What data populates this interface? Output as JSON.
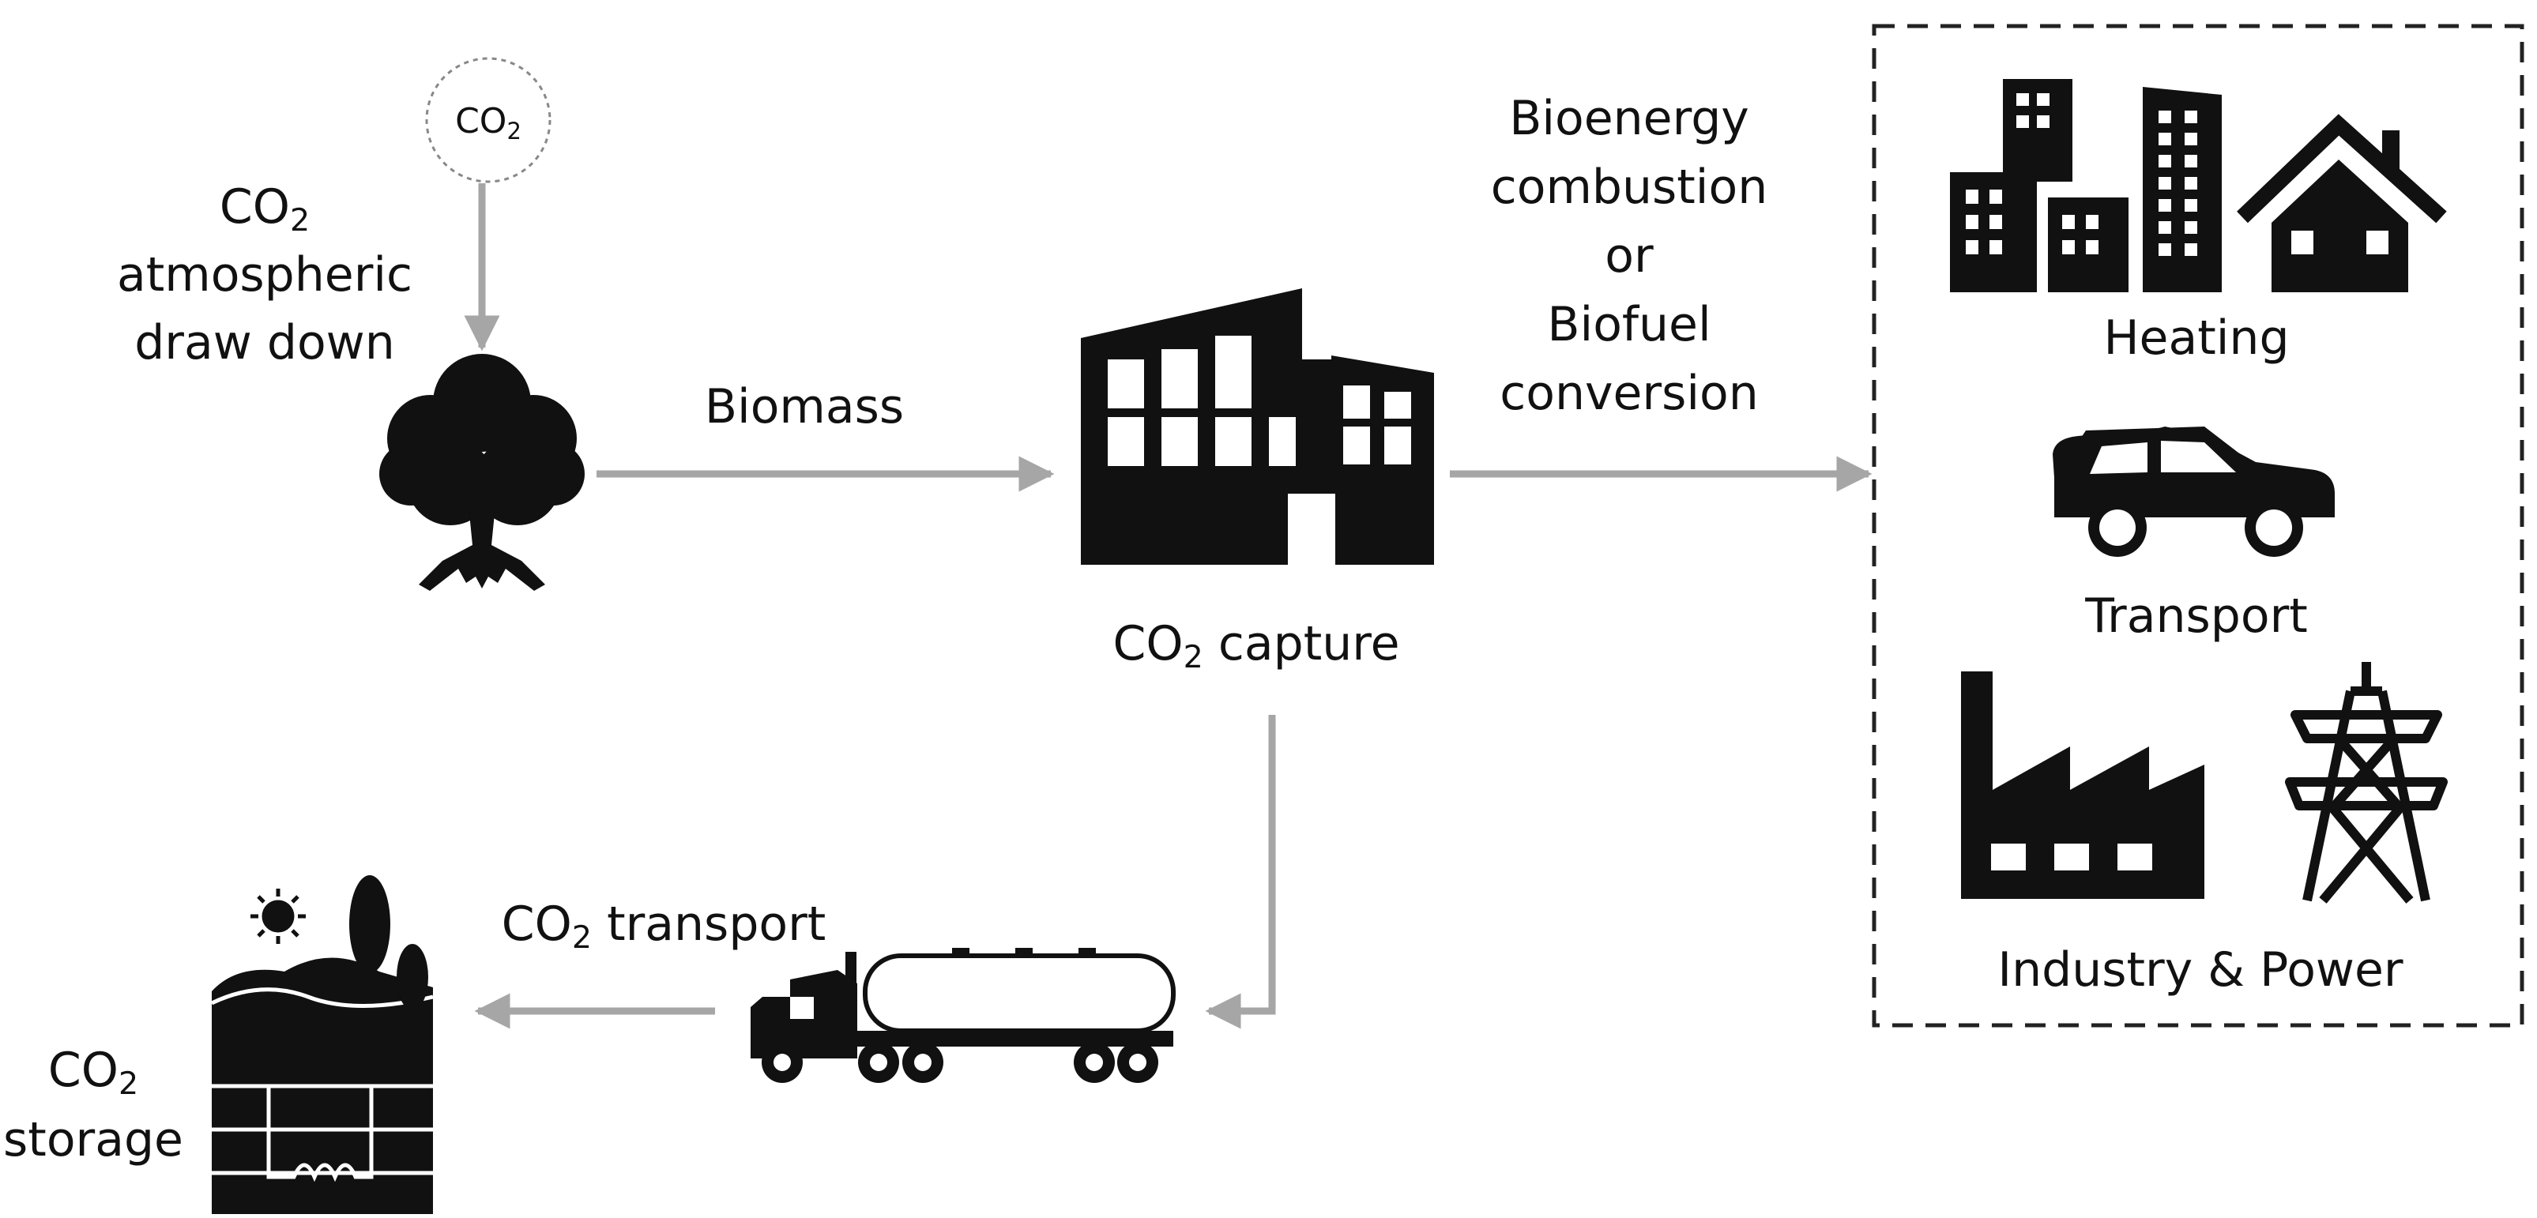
{
  "labels": {
    "co2_circle": {
      "main": "CO",
      "sub": "2"
    },
    "draw_down": {
      "co2_main": "CO",
      "co2_sub": "2",
      "line2": "atmospheric",
      "line3": "draw down"
    },
    "biomass": "Biomass",
    "capture": {
      "main": "CO",
      "sub": "2",
      "rest": " capture"
    },
    "conversion": {
      "line1": "Bioenergy",
      "line2": "combustion",
      "line3": "or",
      "line4": "Biofuel",
      "line5": "conversion"
    },
    "heating": "Heating",
    "transport": "Transport",
    "industry": "Industry & Power",
    "co2_transport": {
      "main": "CO",
      "sub": "2",
      "rest": " transport"
    },
    "storage": {
      "co2_main": "CO",
      "co2_sub": "2",
      "line2": "storage"
    }
  },
  "icons": {
    "atmosphere": "co2-circle-icon",
    "tree": "tree-icon",
    "plant": "factory-icon",
    "buildings": "city-buildings-icon",
    "house": "house-icon",
    "car": "car-icon",
    "factory": "industrial-factory-icon",
    "pylon": "power-pylon-icon",
    "truck": "tanker-truck-icon",
    "storage": "underground-storage-icon",
    "sun": "sun-icon"
  },
  "colors": {
    "arrow": "#a6a6a6",
    "ink": "#111111",
    "dashed_border": "#222222"
  }
}
